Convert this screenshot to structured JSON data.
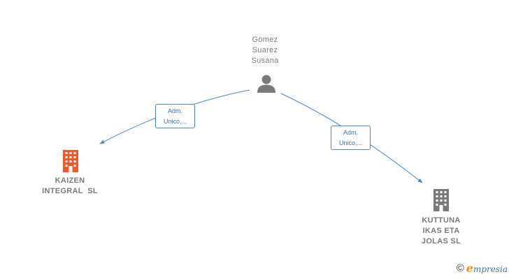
{
  "nodes": {
    "person": {
      "lines": [
        "Gomez",
        "Suarez",
        "Susana"
      ],
      "icon": "person-icon",
      "color": "#7a7a7a"
    },
    "kaizen": {
      "lines": [
        "KAIZEN",
        "INTEGRAL  SL"
      ],
      "icon": "building-icon",
      "color": "#f05a28"
    },
    "kuttuna": {
      "lines": [
        "KUTTUNA",
        "IKAS ETA",
        "JOLAS SL"
      ],
      "icon": "building-icon",
      "color": "#7a7a7a"
    }
  },
  "edges": {
    "to_kaizen": {
      "lines": [
        "Adm.",
        "Unico,..."
      ]
    },
    "to_kuttuna": {
      "lines": [
        "Adm.",
        "Unico,..."
      ]
    }
  },
  "edge_color": "#4a86c8",
  "brand": {
    "copyright": "©",
    "first_letter": "e",
    "rest": "mpresia"
  }
}
